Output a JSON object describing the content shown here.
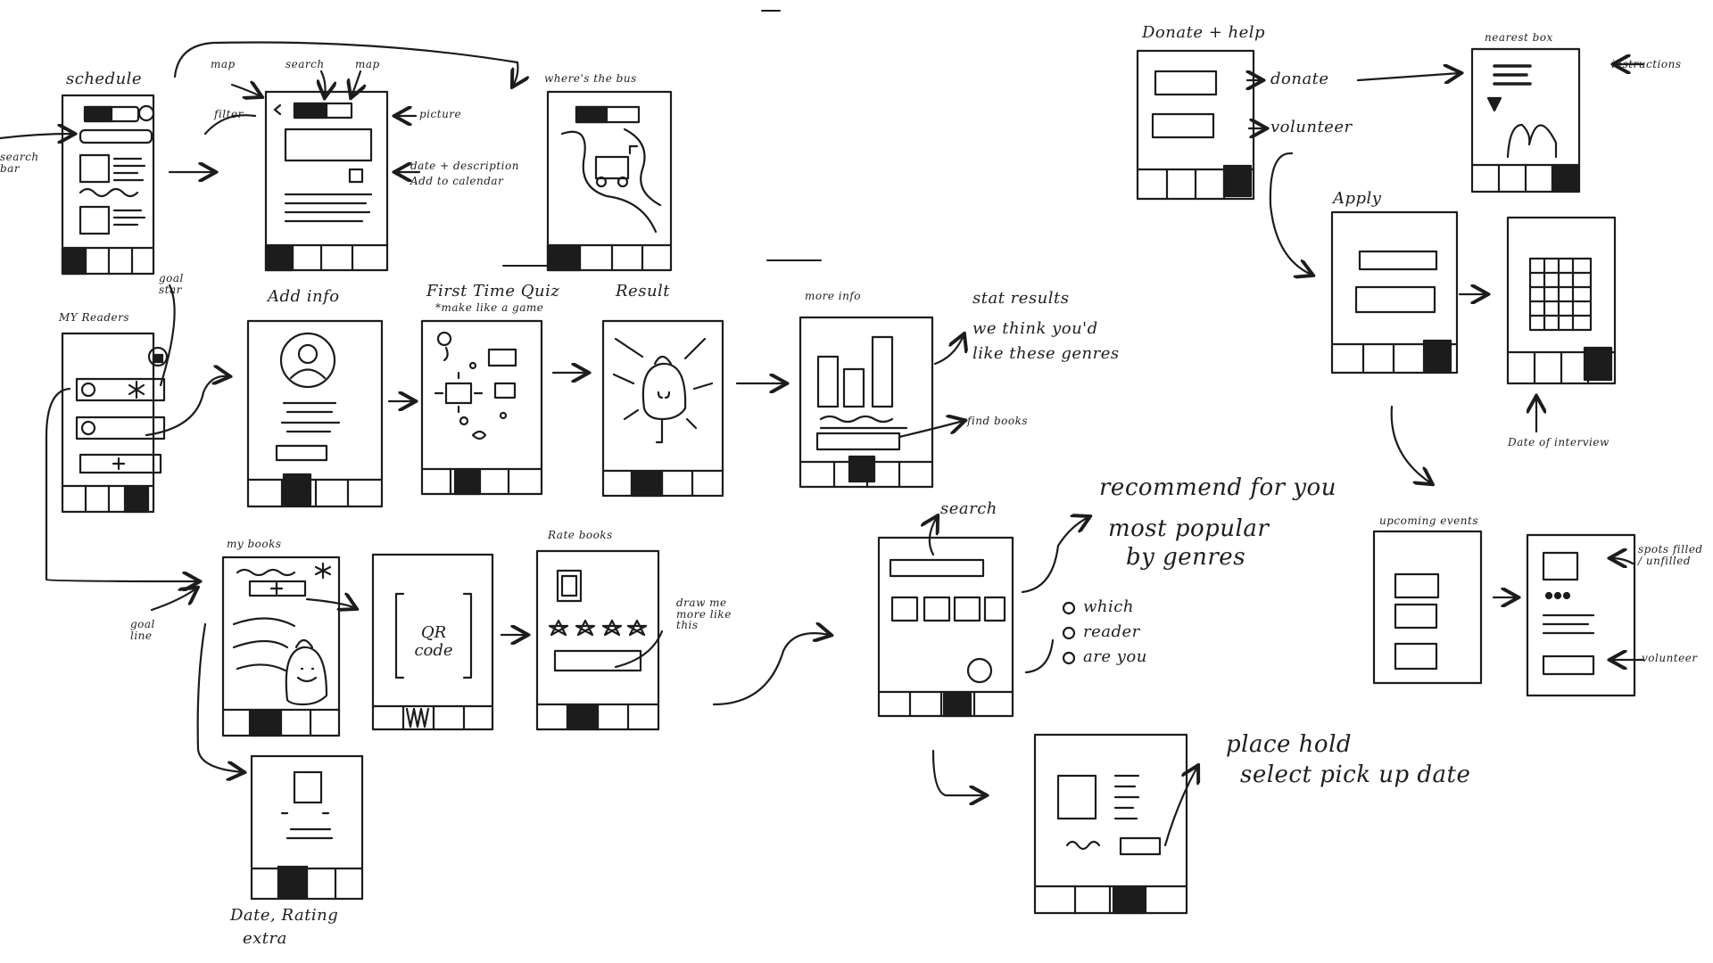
{
  "labels": {
    "schedule": "schedule",
    "map_top": "map",
    "search": "search",
    "map": "map",
    "filter": "filter",
    "search_bar": "search bar",
    "picture": "picture",
    "date_desc": "date + description",
    "add_calendar": "Add to calendar",
    "wheres_bus": "where's the bus",
    "my_readers": "MY Readers",
    "goal_star": "goal star",
    "add_info": "Add info",
    "first_quiz": "First Time Quiz",
    "quiz_sub": "*make like a game",
    "result": "Result",
    "more_info": "more info",
    "stat_results": "stat results",
    "we_think": "we think you'd",
    "like_genres": "like these genres",
    "find_books": "find books",
    "my_books": "my books",
    "goal_line": "goal line",
    "rate_books": "Rate books",
    "draw_me": "draw me more like this",
    "qr_code": "QR code",
    "date_rating": "Date, Rating",
    "extra": "extra",
    "search2": "search",
    "recommend": "recommend for you",
    "most_popular": "most popular",
    "by_genres": "by genres",
    "which": "which",
    "reader": "reader",
    "are_you": "are you",
    "place_hold": "place hold",
    "select_pickup": "select pick up date",
    "donate_help": "Donate + help",
    "donate": "donate",
    "volunteer": "volunteer",
    "nearest_box": "nearest box",
    "instructions": "instructions",
    "apply": "Apply",
    "date_interview": "Date of interview",
    "upcoming_events": "upcoming events",
    "spots": "spots filled / unfilled",
    "volunteer2": "volunteer"
  },
  "icons": [
    "avatar-icon",
    "backpack-mascot-icon",
    "bus-icon",
    "map-pin-icon",
    "star-icon",
    "plus-icon",
    "lock-icon",
    "qr-code-icon",
    "radio-option-icon",
    "arrow-icon"
  ],
  "colors": {
    "ink": "#1c1c1c",
    "paper": "#ffffff"
  }
}
